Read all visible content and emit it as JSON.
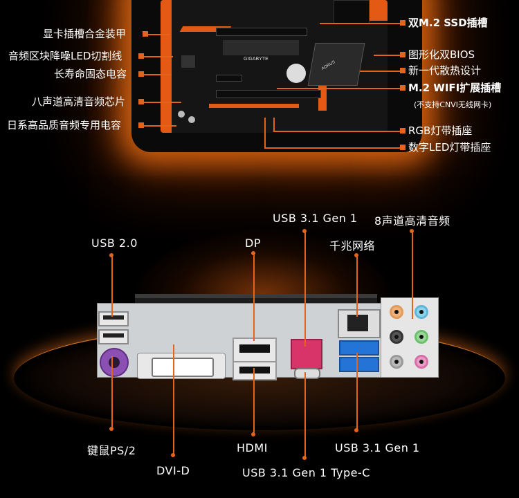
{
  "top_labels_left": [
    "显卡插槽合金装甲",
    "音频区块降噪LED切割线",
    "长寿命固态电容",
    "八声道高清音频芯片",
    "日系高品质音频专用电容"
  ],
  "top_labels_right": [
    "双M.2 SSD插槽",
    "图形化双BIOS",
    "新一代散热设计",
    "M.2 WIFI扩展插槽",
    "(不支持CNVI无线网卡)",
    "RGB灯带插座",
    "数字LED灯带插座"
  ],
  "board_brand": "GIGABYTE",
  "board_aorus": "AORUS",
  "io_labels": {
    "usb20": "USB 2.0",
    "dp": "DP",
    "usb31_top": "USB 3.1 Gen 1",
    "audio8": "8声道高清音频",
    "lan": "千兆网络",
    "ps2": "键鼠PS/2",
    "hdmi": "HDMI",
    "usb31_right": "USB 3.1 Gen 1",
    "dvid": "DVI-D",
    "usbc": "USB 3.1 Gen 1 Type-C"
  },
  "colors": {
    "accent": "#e4641c",
    "glow": "#ff7a14"
  }
}
